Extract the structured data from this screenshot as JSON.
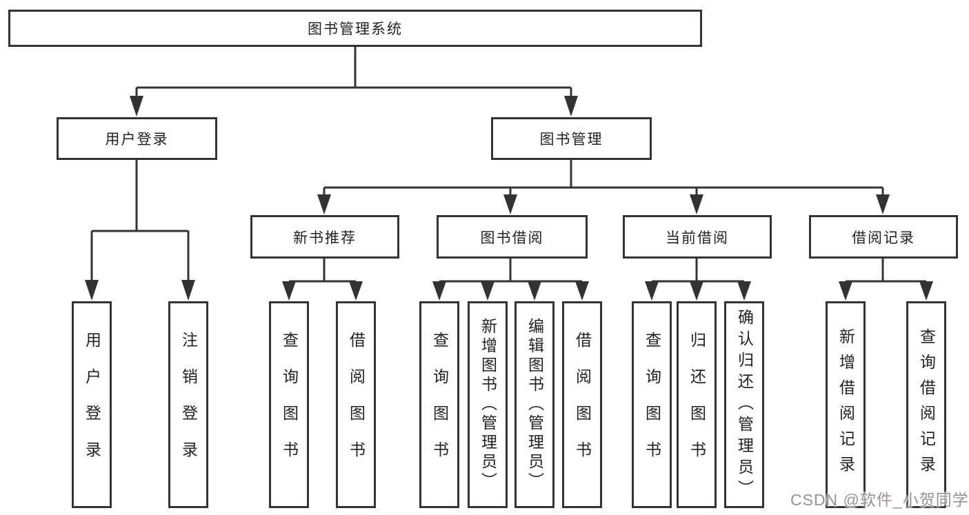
{
  "tree": {
    "root": "图书管理系统",
    "branches": [
      {
        "label": "用户登录",
        "children": [
          "用户登录",
          "注销登录"
        ]
      },
      {
        "label": "图书管理",
        "modules": [
          {
            "label": "新书推荐",
            "children": [
              "查询图书",
              "借阅图书"
            ]
          },
          {
            "label": "图书借阅",
            "children": [
              "查询图书",
              "新增图书（管理员）",
              "编辑图书（管理员）",
              "借阅图书"
            ]
          },
          {
            "label": "当前借阅",
            "children": [
              "查询图书",
              "归还图书",
              "确认归还（管理员）"
            ]
          },
          {
            "label": "借阅记录",
            "children": [
              "新增借阅记录",
              "查询借阅记录"
            ]
          }
        ]
      }
    ]
  },
  "watermark": "CSDN @软件_小贺同学",
  "colors": {
    "line": "#333333",
    "text": "#222222",
    "watermark": "#9b8f8f",
    "background": "#ffffff"
  }
}
